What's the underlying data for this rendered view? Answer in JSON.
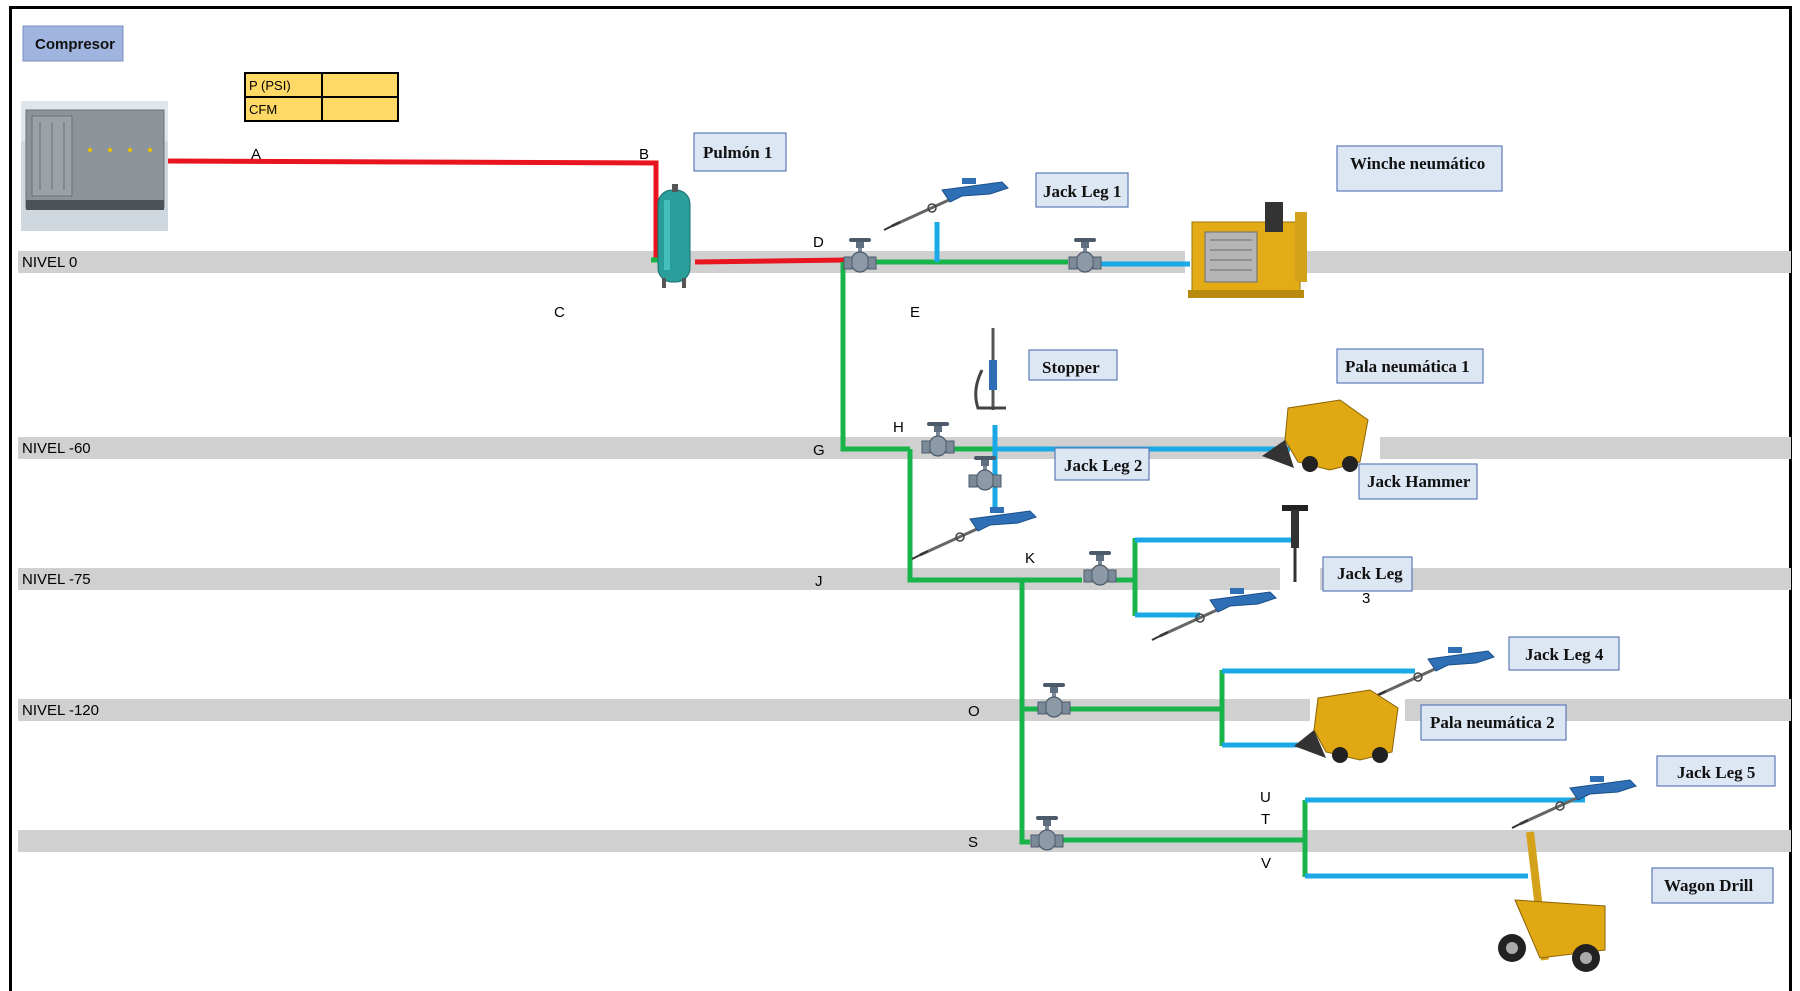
{
  "title_box": "Compresor",
  "input_table": [
    {
      "label": "P (PSI)",
      "value": ""
    },
    {
      "label": "CFM",
      "value": ""
    }
  ],
  "levels": [
    "NIVEL 0",
    "NIVEL -60",
    "NIVEL -75",
    "NIVEL -120",
    ""
  ],
  "points": {
    "A": "A",
    "B": "B",
    "C": "C",
    "D": "D",
    "E": "E",
    "G": "G",
    "H": "H",
    "J": "J",
    "K": "K",
    "O": "O",
    "S": "S",
    "U": "U",
    "T": "T",
    "V": "V"
  },
  "callouts": {
    "pulmon": "Pulmón 1",
    "jackleg1": "Jack Leg 1",
    "winche": "Winche neumático",
    "stopper": "Stopper",
    "pala1": "Pala neumática 1",
    "jackleg2": "Jack Leg 2",
    "jackhammer": "Jack Hammer",
    "jackleg3_a": "Jack Leg",
    "jackleg3_b": "3",
    "jackleg4": "Jack Leg 4",
    "pala2": "Pala neumática 2",
    "jackleg5": "Jack Leg 5",
    "wagon": "Wagon Drill"
  },
  "colors": {
    "compressor_line": "#e8141e",
    "main_line": "#18b44a",
    "branch_line": "#1aa9e6",
    "level_band": "#d0d0d0",
    "callout_fill": "#dde6f3",
    "input_fill": "#ffd966"
  }
}
